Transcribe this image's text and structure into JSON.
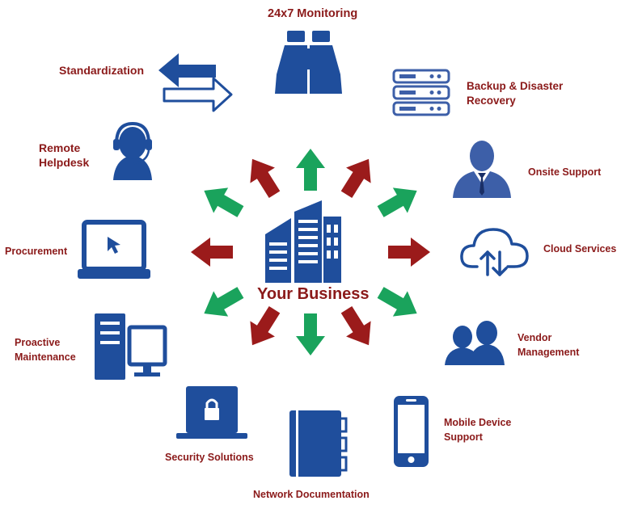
{
  "center": {
    "label": "Your Business",
    "icon": "office-building-icon"
  },
  "colors": {
    "icon_blue": "#1f4e9c",
    "label_red": "#8b1a1a",
    "arrow_red": "#9b1b1b",
    "arrow_green": "#1aa35c"
  },
  "services": [
    {
      "id": "monitoring",
      "lines": [
        "24x7 Monitoring"
      ],
      "icon": "binoculars-icon"
    },
    {
      "id": "backup",
      "lines": [
        "Backup & Disaster",
        "Recovery"
      ],
      "icon": "server-rack-icon"
    },
    {
      "id": "onsite",
      "lines": [
        "Onsite Support"
      ],
      "icon": "technician-icon"
    },
    {
      "id": "cloud",
      "lines": [
        "Cloud Services"
      ],
      "icon": "cloud-sync-icon"
    },
    {
      "id": "vendor",
      "lines": [
        "Vendor",
        "Management"
      ],
      "icon": "people-group-icon"
    },
    {
      "id": "mobile",
      "lines": [
        "Mobile Device",
        "Support"
      ],
      "icon": "smartphone-icon"
    },
    {
      "id": "netdoc",
      "lines": [
        "Network Documentation"
      ],
      "icon": "notebook-icon"
    },
    {
      "id": "security",
      "lines": [
        "Security Solutions"
      ],
      "icon": "laptop-lock-icon"
    },
    {
      "id": "maintenance",
      "lines": [
        "Proactive",
        "Maintenance"
      ],
      "icon": "desktop-computer-icon"
    },
    {
      "id": "procurement",
      "lines": [
        "Procurement"
      ],
      "icon": "laptop-cursor-icon"
    },
    {
      "id": "helpdesk",
      "lines": [
        "Remote",
        "Helpdesk"
      ],
      "icon": "headset-agent-icon"
    },
    {
      "id": "standardization",
      "lines": [
        "Standardization"
      ],
      "icon": "swap-arrows-icon"
    }
  ],
  "arrows": [
    {
      "to": "monitoring",
      "color": "green"
    },
    {
      "to": "backup",
      "color": "red"
    },
    {
      "to": "onsite",
      "color": "green"
    },
    {
      "to": "cloud",
      "color": "red"
    },
    {
      "to": "vendor",
      "color": "green"
    },
    {
      "to": "mobile",
      "color": "red"
    },
    {
      "to": "netdoc",
      "color": "green"
    },
    {
      "to": "security",
      "color": "red"
    },
    {
      "to": "maintenance",
      "color": "green"
    },
    {
      "to": "procurement",
      "color": "red"
    },
    {
      "to": "helpdesk",
      "color": "green"
    },
    {
      "to": "standardization",
      "color": "red"
    }
  ]
}
